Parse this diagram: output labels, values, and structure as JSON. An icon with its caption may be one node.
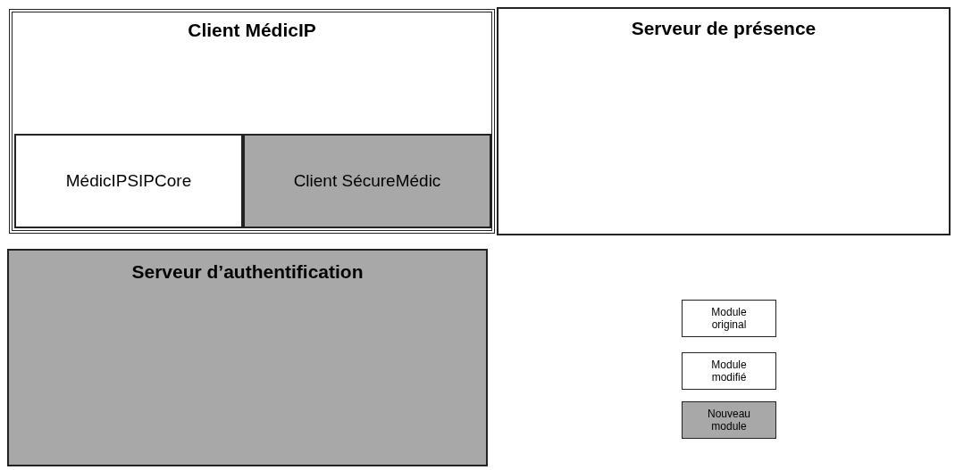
{
  "diagram": {
    "nodes": [
      {
        "text": [
          "Client MédicIP"
        ]
      },
      {
        "text": [
          "MédicIPSIPCore"
        ],
        "in": 0
      },
      {
        "text": [
          "Client SécureMédic"
        ],
        "in": 0
      },
      {
        "text": [
          "Serveur de présence"
        ]
      },
      {
        "text": [
          "Serveur d’authentification"
        ]
      }
    ],
    "legend": [
      {
        "text": "Module original",
        "color": "#ffffff"
      },
      {
        "text": "Module modifié",
        "color": "#ffffff"
      },
      {
        "text": "Nouveau module",
        "color": "#a8a8a8"
      }
    ]
  }
}
